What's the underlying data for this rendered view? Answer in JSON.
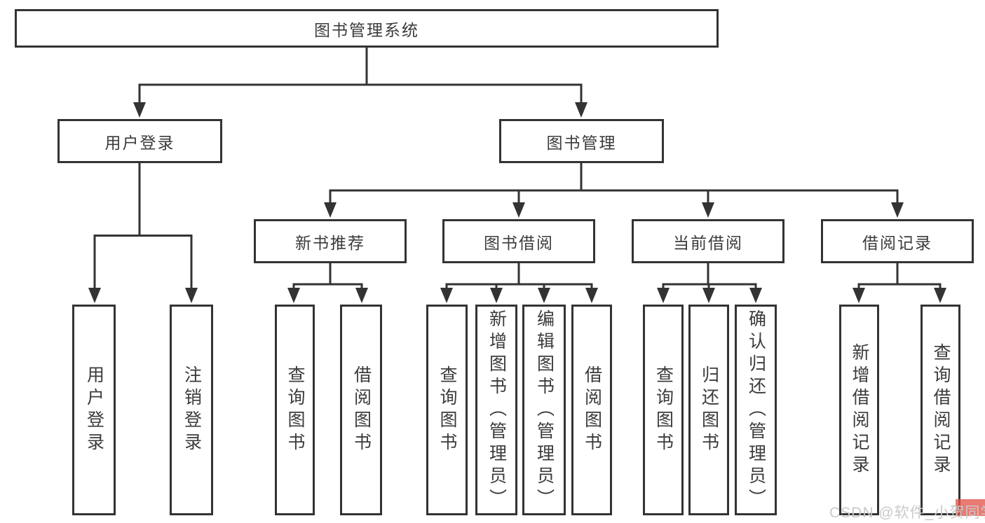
{
  "diagram": {
    "root": {
      "label": "图书管理系统"
    },
    "level2": [
      {
        "label": "用户登录"
      },
      {
        "label": "图书管理"
      }
    ],
    "level3": [
      {
        "label": "新书推荐",
        "parent": "图书管理"
      },
      {
        "label": "图书借阅",
        "parent": "图书管理"
      },
      {
        "label": "当前借阅",
        "parent": "图书管理"
      },
      {
        "label": "借阅记录",
        "parent": "图书管理"
      }
    ],
    "leaves": [
      {
        "label": "用户登录",
        "parent": "用户登录"
      },
      {
        "label": "注销登录",
        "parent": "用户登录"
      },
      {
        "label": "查询图书",
        "parent": "新书推荐"
      },
      {
        "label": "借阅图书",
        "parent": "新书推荐"
      },
      {
        "label": "查询图书",
        "parent": "图书借阅"
      },
      {
        "label": "新增图书（管理员）",
        "parent": "图书借阅"
      },
      {
        "label": "编辑图书（管理员）",
        "parent": "图书借阅"
      },
      {
        "label": "借阅图书",
        "parent": "图书借阅"
      },
      {
        "label": "查询图书",
        "parent": "当前借阅"
      },
      {
        "label": "归还图书",
        "parent": "当前借阅"
      },
      {
        "label": "确认归还（管理员）",
        "parent": "当前借阅"
      },
      {
        "label": "新增借阅记录",
        "parent": "借阅记录"
      },
      {
        "label": "查询借阅记录",
        "parent": "借阅记录"
      }
    ],
    "colors": {
      "line": "#333333",
      "text": "#3b3b3b",
      "node_bg": "#ffffff"
    }
  },
  "watermark": {
    "text": "CSDN @软件_小贺同学",
    "text_color": "#c9c9c9",
    "accent_color": "#e2564a"
  }
}
